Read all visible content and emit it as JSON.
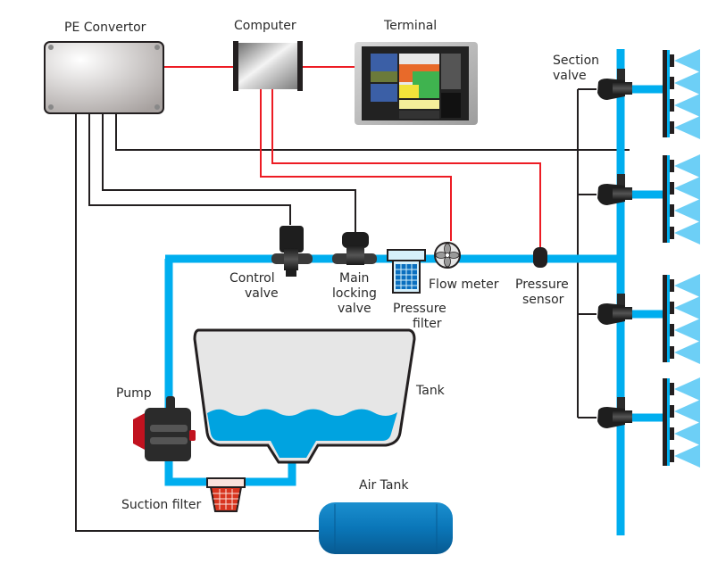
{
  "labels": {
    "pe_convertor": "PE Convertor",
    "computer": "Computer",
    "terminal": "Terminal",
    "section_valve_line1": "Section",
    "section_valve_line2": "valve",
    "control_valve_line1": "Control",
    "control_valve_line2": "valve",
    "main_locking_valve_line1": "Main",
    "main_locking_valve_line2": "locking",
    "main_locking_valve_line3": "valve",
    "pressure_filter_line1": "Pressure",
    "pressure_filter_line2": "filter",
    "flow_meter": "Flow meter",
    "pressure_sensor_line1": "Pressure",
    "pressure_sensor_line2": "sensor",
    "tank": "Tank",
    "pump": "Pump",
    "suction_filter": "Suction filter",
    "air_tank": "Air Tank"
  },
  "colors": {
    "water": "#00aeef",
    "water_light": "#6dcff6",
    "signal_wire": "#ed1c24",
    "control_wire": "#231f20",
    "device_dark": "#2b2b2b",
    "tank_body": "#e6e6e6",
    "air_tank": "#0a7fbf",
    "pump_red": "#c1121f"
  },
  "sections": {
    "count": 4,
    "nozzles_per_section": 4
  }
}
